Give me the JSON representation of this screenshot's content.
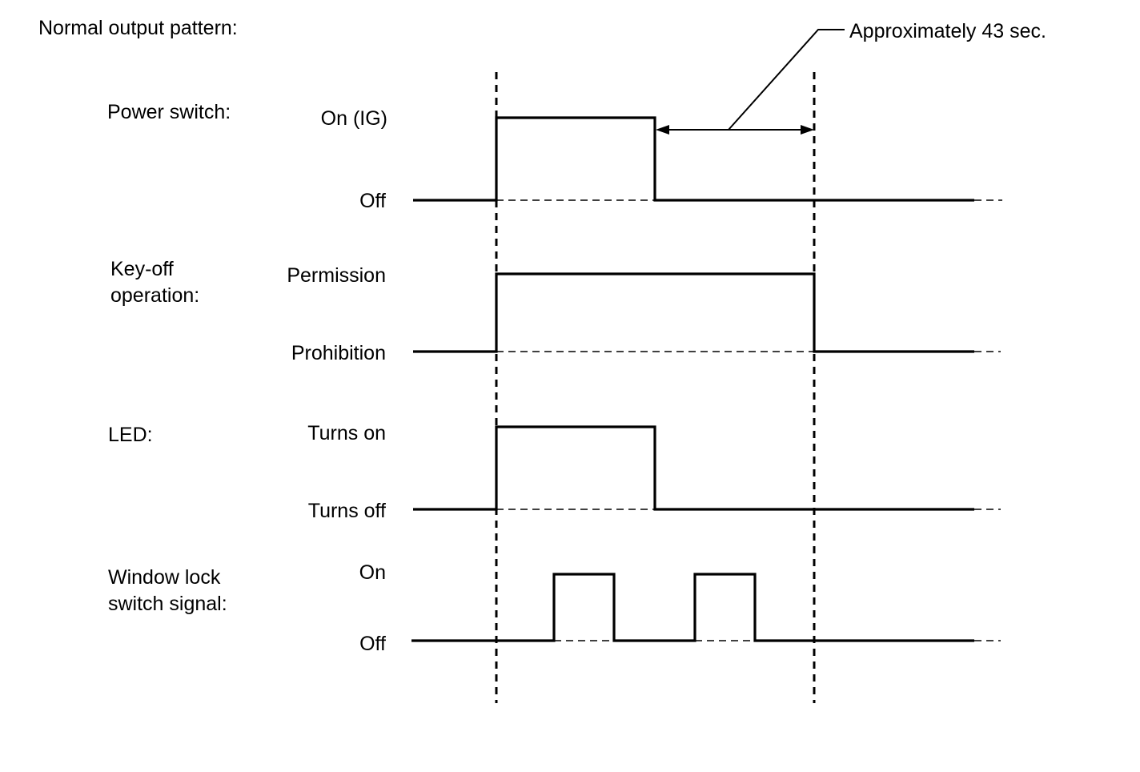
{
  "title": "Normal output pattern:",
  "annotation": "Approximately 43 sec.",
  "signals": [
    {
      "id": "power",
      "name": [
        "Power switch:"
      ],
      "high": "On (IG)",
      "low": "Off"
    },
    {
      "id": "keyoff",
      "name": [
        "Key-off",
        "operation:"
      ],
      "high": "Permission",
      "low": "Prohibition"
    },
    {
      "id": "led",
      "name": [
        "LED:"
      ],
      "high": "Turns on",
      "low": "Turns off"
    },
    {
      "id": "window",
      "name": [
        "Window lock",
        "switch signal:"
      ],
      "high": "On",
      "low": "Off"
    }
  ]
}
